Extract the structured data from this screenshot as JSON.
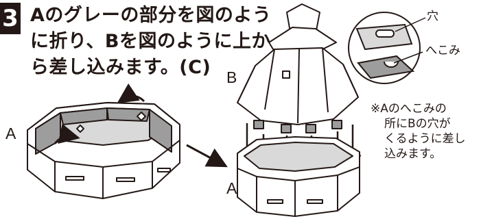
{
  "step": {
    "number": "3"
  },
  "instruction": {
    "lines": [
      "Aのグレーの部分を図のよう",
      "に折り、Bを図のように上か",
      "ら差し込みます。(C)"
    ]
  },
  "labels": {
    "a_left": "A",
    "b": "B",
    "a_right": "A"
  },
  "callouts": {
    "hole": "穴",
    "dent": "へこみ"
  },
  "note": {
    "lines": [
      "※Aのへこみの",
      "所にBの穴が",
      "くるように差し",
      "込みます。"
    ]
  },
  "colors": {
    "ink": "#231815",
    "gray_part": "#9d9d9d",
    "light_gray": "#d9d9d9",
    "paper": "#ffffff"
  }
}
